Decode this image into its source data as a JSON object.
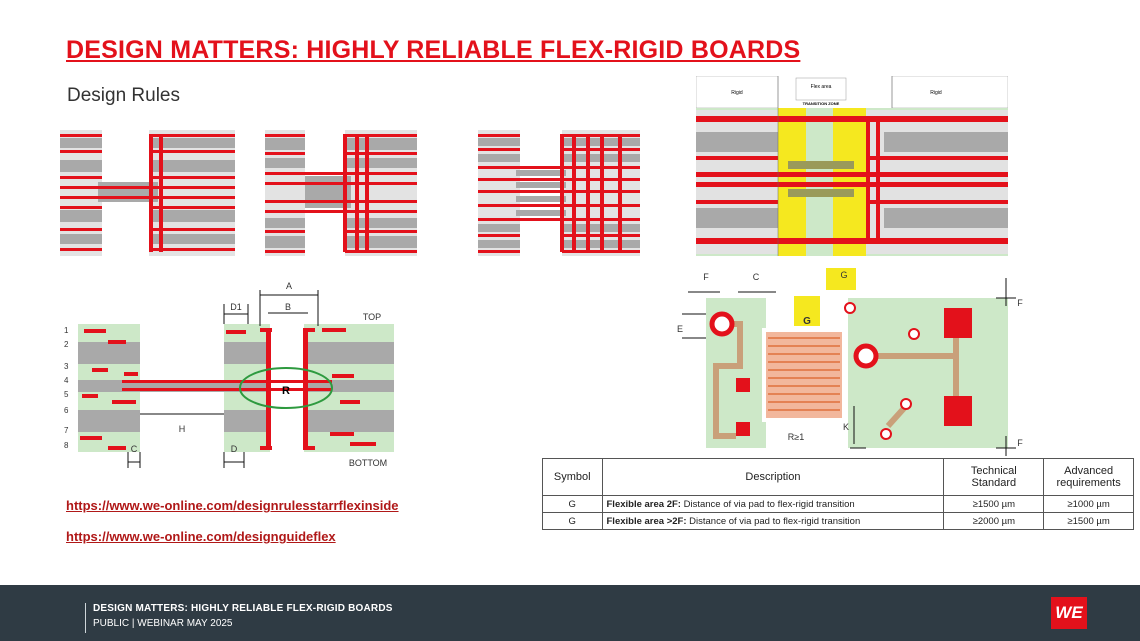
{
  "slide": {
    "title": "DESIGN MATTERS: HIGHLY RELIABLE FLEX-RIGID BOARDS",
    "subtitle": "Design Rules"
  },
  "links": [
    "https://www.we-online.com/designrulesstarrflexinside",
    "https://www.we-online.com/designguideflex"
  ],
  "cross_section": {
    "layer_numbers": [
      "1",
      "2",
      "3",
      "4",
      "5",
      "6",
      "7",
      "8"
    ],
    "labels": {
      "a": "A",
      "b": "B",
      "d1": "D1",
      "r": "R",
      "h": "H",
      "c": "C",
      "d": "D",
      "top": "TOP",
      "bottom": "BOTTOM"
    }
  },
  "transition_diagram": {
    "rigid_left": "Rigid",
    "flex_area": "Flex area",
    "rigid_right": "Rigid",
    "transition_zone": "TRANSITION ZONE"
  },
  "layout_diagram": {
    "labels": {
      "f_top": "F",
      "c": "C",
      "g_top": "G",
      "g_mid": "G",
      "f_right_top": "F",
      "e": "E",
      "k": "K",
      "r": "R≥1",
      "f_right_bottom": "F"
    }
  },
  "table": {
    "headers": {
      "symbol": "Symbol",
      "description": "Description",
      "technical": "Technical Standard",
      "advanced": "Advanced requirements"
    },
    "rows": [
      {
        "symbol": "G",
        "desc_bold": "Flexible area 2F:",
        "desc": " Distance of via pad to flex-rigid transition",
        "technical": "≥1500 µm",
        "advanced": "≥1000 µm"
      },
      {
        "symbol": "G",
        "desc_bold": "Flexible area >2F:",
        "desc": " Distance of via pad to flex-rigid transition",
        "technical": "≥2000 µm",
        "advanced": "≥1500 µm"
      }
    ]
  },
  "footer": {
    "line1": "DESIGN MATTERS: HIGHLY RELIABLE FLEX-RIGID BOARDS",
    "line2": "PUBLIC | WEBINAR MAY 2025",
    "logo": "WE"
  },
  "colors": {
    "accent": "#e3111b",
    "copper": "#e3111b",
    "gray_layer": "#a9a9a9",
    "light_layer": "#e2e2e2",
    "green": "#cde8c8",
    "yellow": "#f5e81f",
    "footer_bg": "#2f3b44"
  }
}
